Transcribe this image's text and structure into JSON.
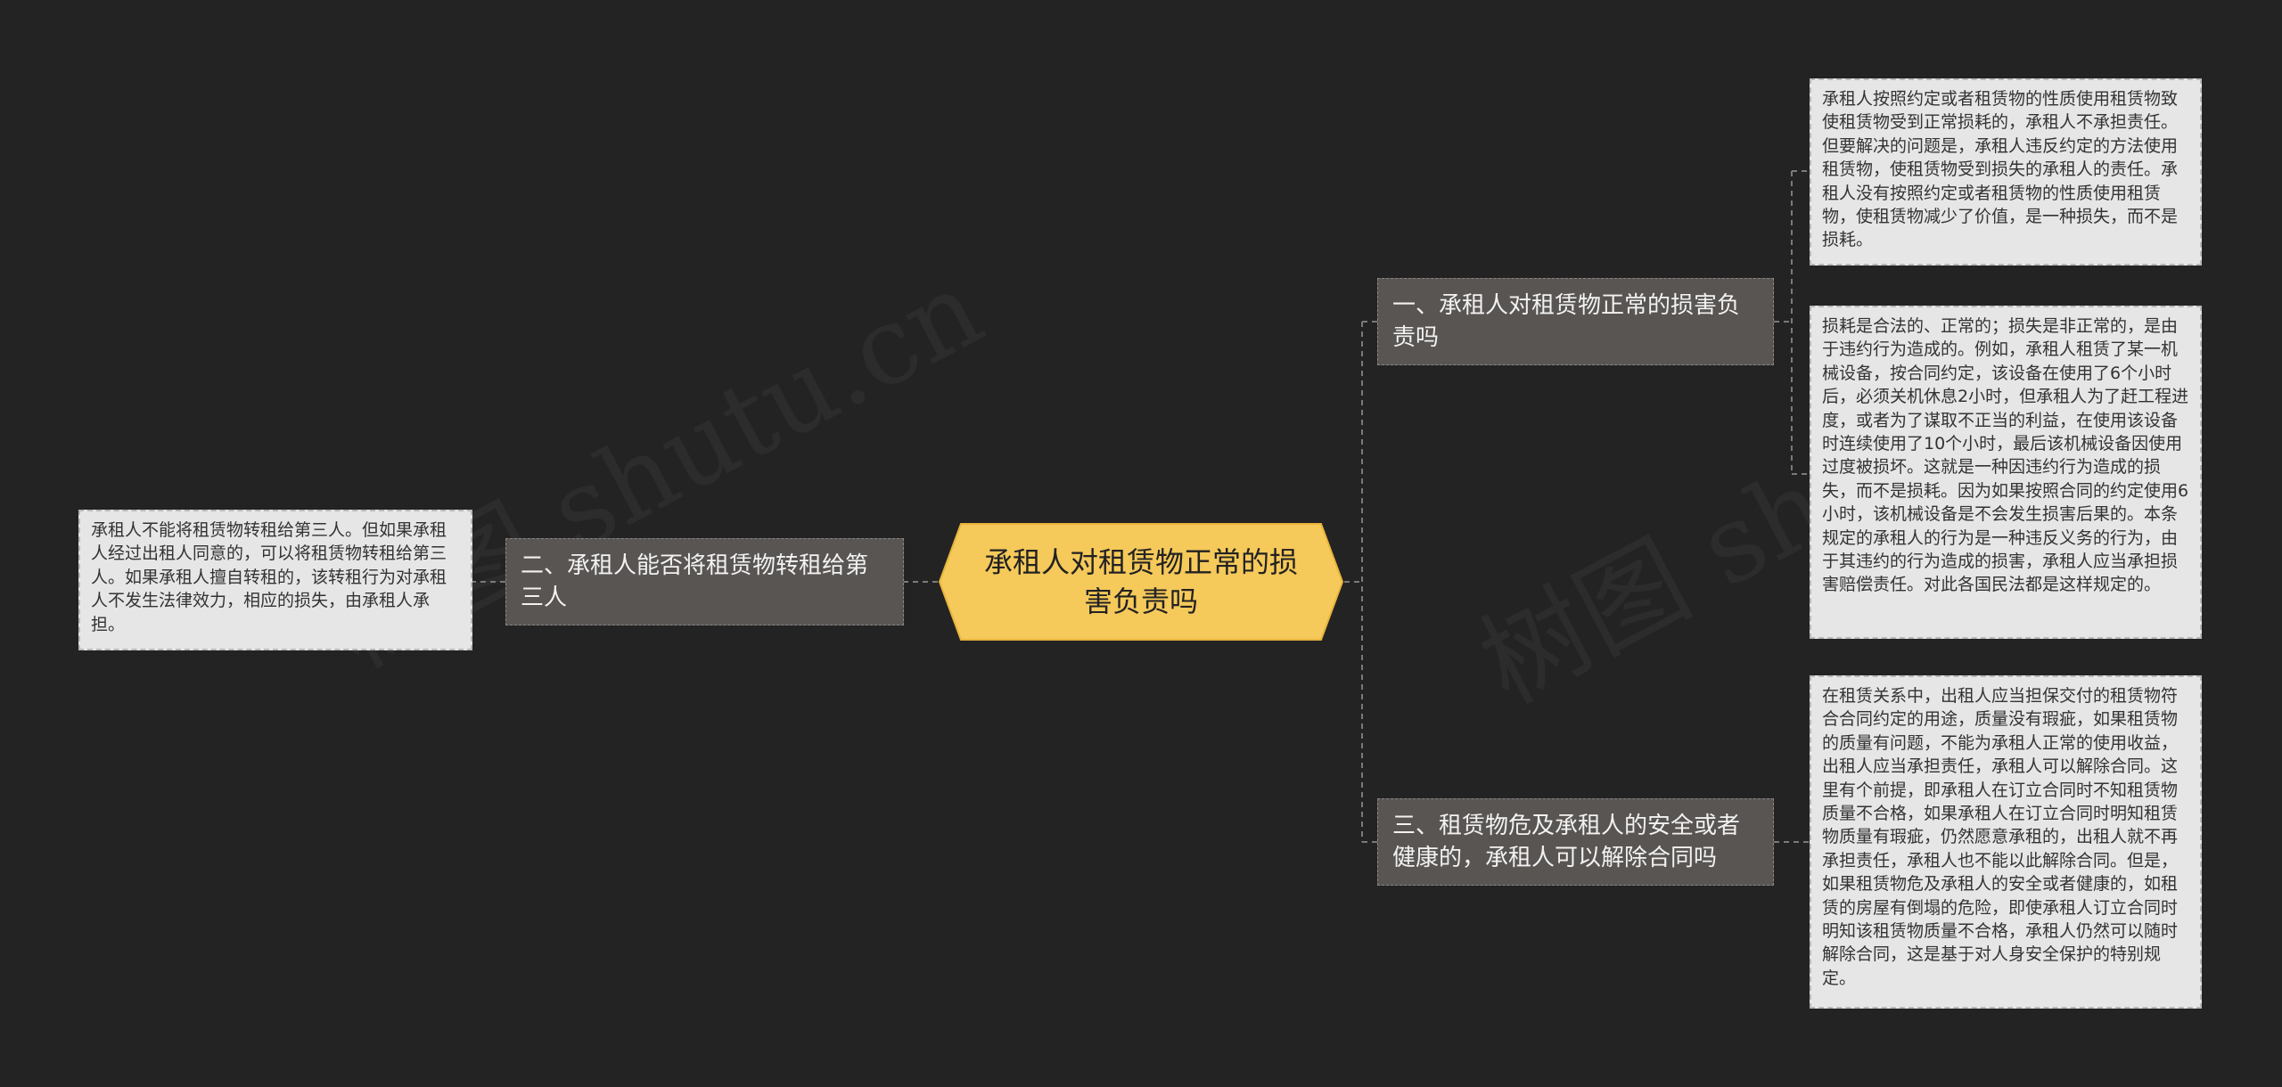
{
  "center": {
    "text": "承租人对租赁物正常的损害负责吗"
  },
  "branches": {
    "b1": "一、承租人对租赁物正常的损害负责吗",
    "b2": "二、承租人能否将租赁物转租给第三人",
    "b3": "三、租赁物危及承租人的安全或者健康的，承租人可以解除合同吗"
  },
  "leaves": {
    "l1": "承租人按照约定或者租赁物的性质使用租赁物致使租赁物受到正常损耗的，承租人不承担责任。但要解决的问题是，承租人违反约定的方法使用租赁物，使租赁物受到损失的承租人的责任。承租人没有按照约定或者租赁物的性质使用租赁物，使租赁物减少了价值，是一种损失，而不是损耗。",
    "l2": "损耗是合法的、正常的；损失是非正常的，是由于违约行为造成的。例如，承租人租赁了某一机械设备，按合同约定，该设备在使用了6个小时后，必须关机休息2小时，但承租人为了赶工程进度，或者为了谋取不正当的利益，在使用该设备时连续使用了10个小时，最后该机械设备因使用过度被损坏。这就是一种因违约行为造成的损失，而不是损耗。因为如果按照合同的约定使用6小时，该机械设备是不会发生损害后果的。本条规定的承租人的行为是一种违反义务的行为，由于其违约的行为造成的损害，承租人应当承担损害赔偿责任。对此各国民法都是这样规定的。",
    "l3": "在租赁关系中，出租人应当担保交付的租赁物符合合同约定的用途，质量没有瑕疵，如果租赁物的质量有问题，不能为承租人正常的使用收益，出租人应当承担责任，承租人可以解除合同。这里有个前提，即承租人在订立合同时不知租赁物质量不合格，如果承租人在订立合同时明知租赁物质量有瑕疵，仍然愿意承租的，出租人就不再承担责任，承租人也不能以此解除合同。但是，如果租赁物危及承租人的安全或者健康的，如租赁的房屋有倒塌的危险，即使承租人订立合同时明知该租赁物质量不合格，承租人仍然可以随时解除合同，这是基于对人身安全保护的特别规定。",
    "l4": "承租人不能将租赁物转租给第三人。但如果承租人经过出租人同意的，可以将租赁物转租给第三人。如果承租人擅自转租的，该转租行为对承租人不发生法律效力，相应的损失，由承租人承担。"
  },
  "watermarks": [
    "树图 shutu.cn",
    "树图 shutu.cn"
  ],
  "colors": {
    "background": "#232323",
    "center_fill": "#f5c95a",
    "branch_fill": "#595553",
    "leaf_fill": "#e6e6e6",
    "connector": "#7a7a7a"
  }
}
